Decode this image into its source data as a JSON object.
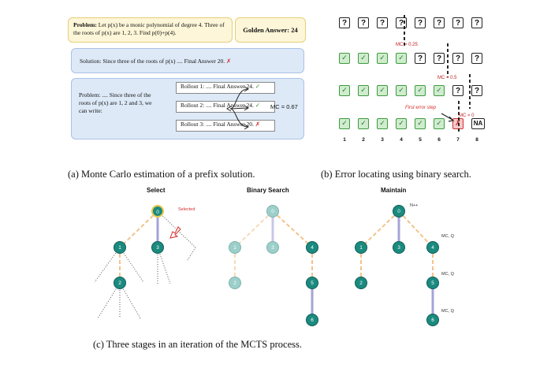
{
  "panel_a": {
    "problem_bold": "Problem:",
    "problem_text": " Let p(x) be a monic polynomial of degree 4. Three of the roots of p(x) are 1, 2, 3. Find p(0)+p(4).",
    "golden_answer": "Golden Answer: 24",
    "solution_text": "Solution: Since three of the roots of p(x) .... Final Answer 20.",
    "cross": "✗",
    "prefix_text": "Problem: .... Since three of the roots of p(x) are 1, 2 and 3, we can write:",
    "rollouts": [
      {
        "text": "Rollout 1: .... Final Answer 24.",
        "mark": "✓",
        "status": "correct"
      },
      {
        "text": "Rollout 2: .... Final Answer 24.",
        "mark": "✓",
        "status": "correct"
      },
      {
        "text": "Rollout 3: .... Final Answer 20.",
        "mark": "✗",
        "status": "wrong"
      }
    ],
    "mc_value": "MC = 0.67",
    "caption": "(a) Monte Carlo estimation of a prefix solution."
  },
  "panel_b": {
    "question_mark": "?",
    "check_mark": "✓",
    "cross_mark": "✗",
    "na_label": "NA",
    "mc_row1": "MC = 0.25",
    "mc_row2": "MC = 0.5",
    "mc_row4": "MC = 0",
    "first_error_label": "First error step",
    "indices": [
      "1",
      "2",
      "3",
      "4",
      "5",
      "6",
      "7",
      "8"
    ],
    "rows": [
      [
        "?",
        "?",
        "?",
        "?",
        "?",
        "?",
        "?",
        "?"
      ],
      [
        "check",
        "check",
        "check",
        "check",
        "?",
        "?",
        "?",
        "?"
      ],
      [
        "check",
        "check",
        "check",
        "check",
        "check",
        "check",
        "?",
        "?"
      ],
      [
        "check",
        "check",
        "check",
        "check",
        "check",
        "check",
        "cross",
        "NA"
      ]
    ],
    "caption": "(b) Error locating using binary search."
  },
  "panel_c": {
    "stages": [
      "Select",
      "Binary Search",
      "Maintain"
    ],
    "selected_label": "Selected",
    "n_increment": "N++",
    "mc_q": "MC, Q",
    "node_labels": [
      "0",
      "1",
      "2",
      "3",
      "4",
      "5",
      "6"
    ],
    "caption": "(c) Three stages in an iteration of the MCTS process."
  },
  "colors": {
    "node_dark": "#1b8a7f",
    "node_light": "#9ccfca",
    "highlight_edge": "#f3c38a",
    "path_edge": "#a6a3d8",
    "check_green": "#2e8b2e",
    "cross_red": "#d62b2b"
  }
}
